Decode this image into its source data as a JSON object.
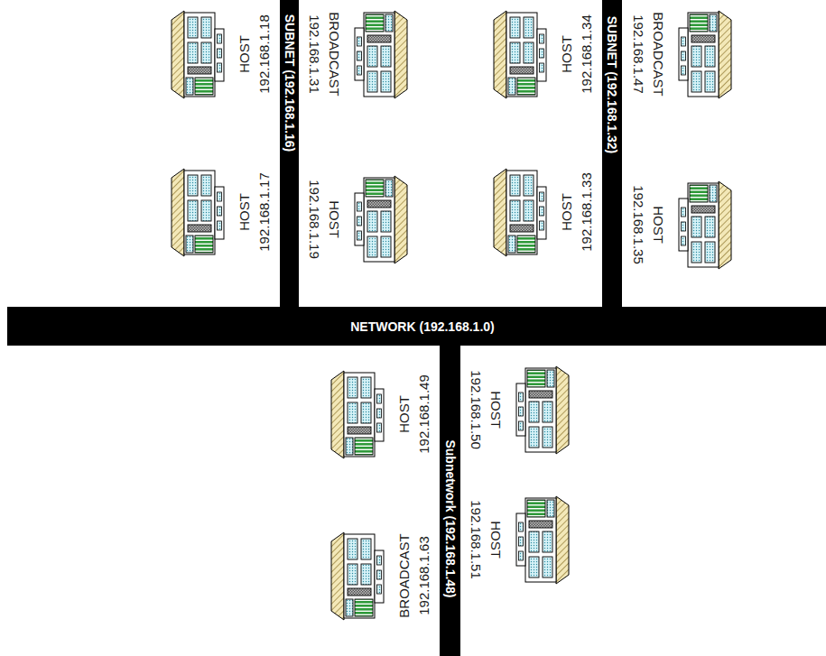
{
  "diagram": {
    "nodes": [
      {
        "text": [
          "SUBNET (192.168.1.16)"
        ]
      },
      {
        "text": [
          "HOST",
          "192.168.1.18"
        ]
      },
      {
        "text": [
          "BROADCAST",
          "192.168.1.31"
        ]
      },
      {
        "text": [
          "HOST",
          "192.168.1.17"
        ]
      },
      {
        "text": [
          "HOST",
          "192.168.1.19"
        ]
      },
      {
        "text": [
          "SUBNET (192.168.1.32)"
        ]
      },
      {
        "text": [
          "HOST",
          "192.168.1.34"
        ]
      },
      {
        "text": [
          "BROADCAST",
          "192.168.1.47"
        ]
      },
      {
        "text": [
          "HOST",
          "192.168.1.33"
        ]
      },
      {
        "text": [
          "HOST",
          "192.168.1.35"
        ]
      },
      {
        "text": [
          "NETWORK (192.168.1.0)"
        ]
      },
      {
        "text": [
          "Subnetwork (192.168.1.48)"
        ]
      },
      {
        "text": [
          "HOST",
          "192.168.1.49"
        ]
      },
      {
        "text": [
          "HOST",
          "192.168.1.50"
        ]
      },
      {
        "text": [
          "BROADCAST",
          "192.168.1.63"
        ]
      },
      {
        "text": [
          "HOST",
          "192.168.1.51"
        ]
      }
    ]
  }
}
